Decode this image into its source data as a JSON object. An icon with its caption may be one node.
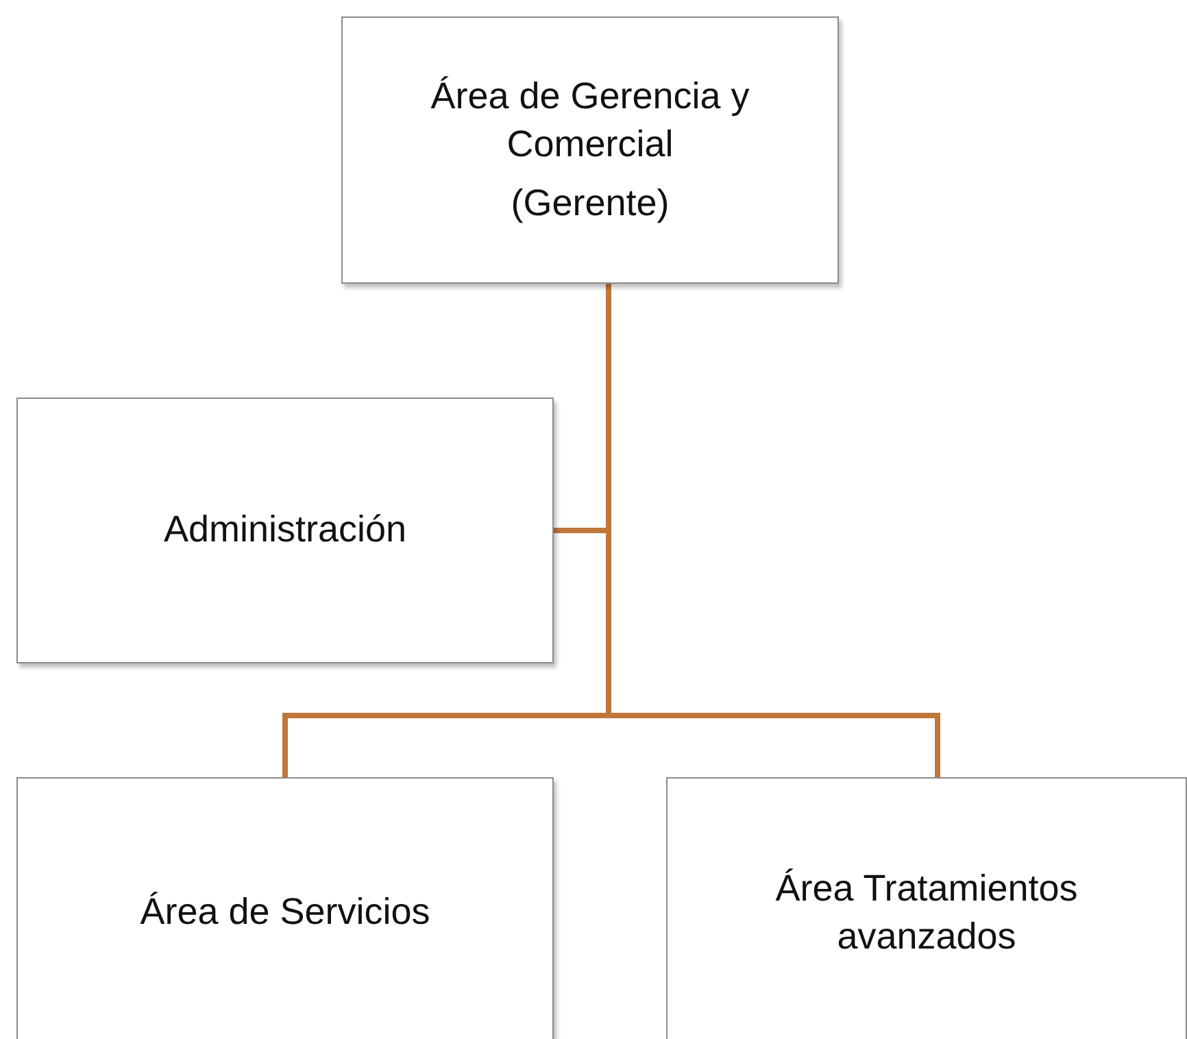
{
  "diagram": {
    "nodes": [
      {
        "text": [
          "Área de Gerencia y Comercial",
          "(Gerente)"
        ]
      },
      {
        "text": [
          "Administración"
        ]
      },
      {
        "text": [
          "Área de Servicios"
        ]
      },
      {
        "text": [
          "Área Tratamientos avanzados"
        ]
      }
    ],
    "edges": [
      {
        "from": 0,
        "to": 1,
        "arrow": "none"
      },
      {
        "from": 0,
        "to": 2,
        "arrow": "none"
      },
      {
        "from": 0,
        "to": 3,
        "arrow": "none"
      }
    ]
  }
}
